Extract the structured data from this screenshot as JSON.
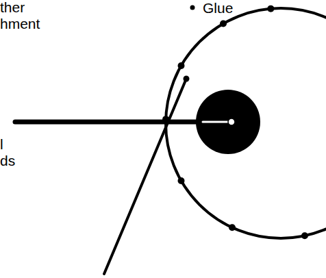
{
  "diagram": {
    "labels": [
      "ther",
      "hment",
      "Glue",
      "l",
      "ds"
    ]
  }
}
